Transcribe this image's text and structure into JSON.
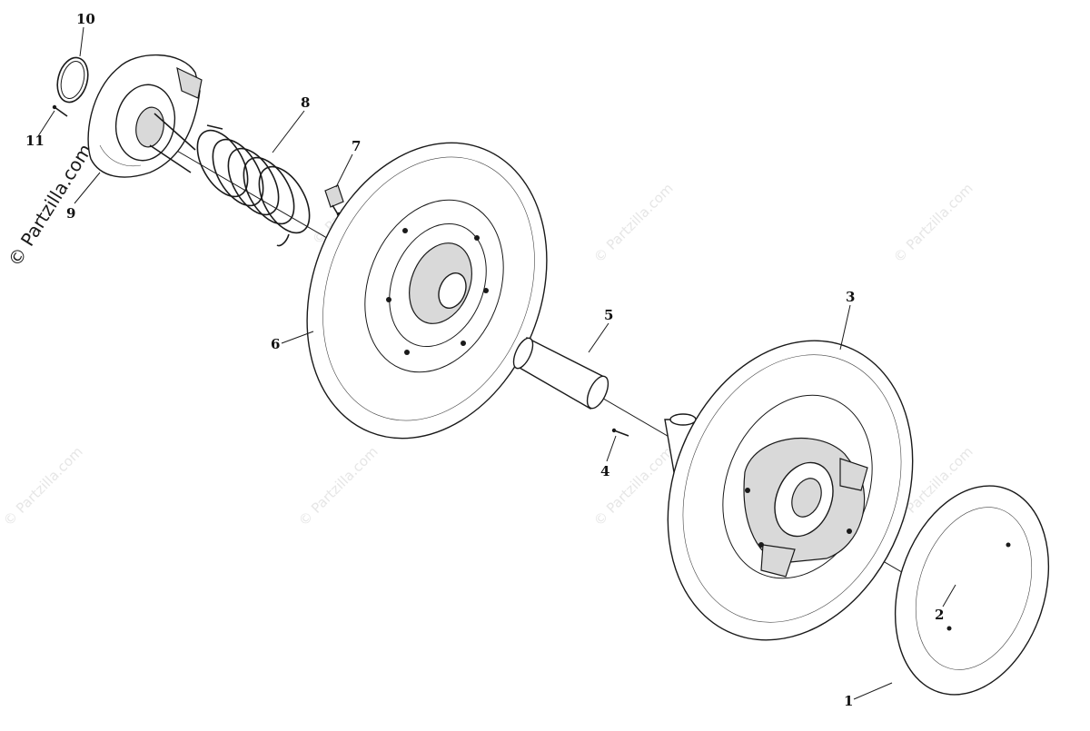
{
  "watermark": {
    "text": "© Partzilla.com",
    "side_text": "© Partzilla.com"
  },
  "callouts": [
    {
      "id": "1",
      "label": "1"
    },
    {
      "id": "2",
      "label": "2"
    },
    {
      "id": "3",
      "label": "3"
    },
    {
      "id": "4",
      "label": "4"
    },
    {
      "id": "5",
      "label": "5"
    },
    {
      "id": "6",
      "label": "6"
    },
    {
      "id": "7",
      "label": "7"
    },
    {
      "id": "8",
      "label": "8"
    },
    {
      "id": "9",
      "label": "9"
    },
    {
      "id": "10",
      "label": "10"
    },
    {
      "id": "11",
      "label": "11"
    }
  ]
}
